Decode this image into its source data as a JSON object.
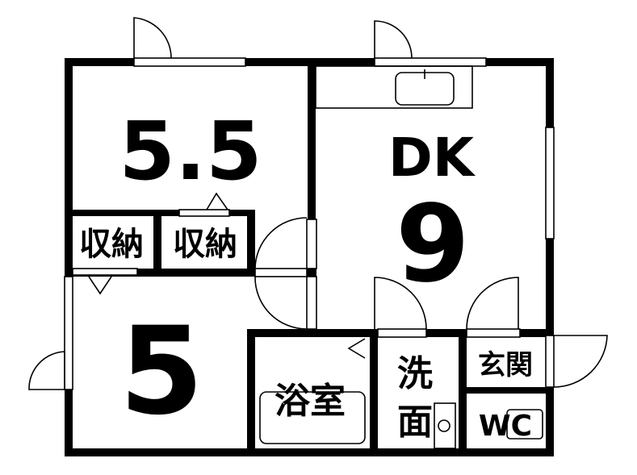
{
  "rooms": {
    "room_a": {
      "size": "5.5"
    },
    "dk": {
      "label": "DK",
      "size": "9"
    },
    "room_b": {
      "size": "5"
    },
    "storage_1": {
      "label": "収納"
    },
    "storage_2": {
      "label": "収納"
    },
    "bath": {
      "label": "浴室"
    },
    "washroom": {
      "line1": "洗",
      "line2": "面"
    },
    "entrance": {
      "label": "玄関"
    },
    "toilet": {
      "label": "WC"
    }
  },
  "colors": {
    "wall": "#000000",
    "background": "#ffffff"
  }
}
